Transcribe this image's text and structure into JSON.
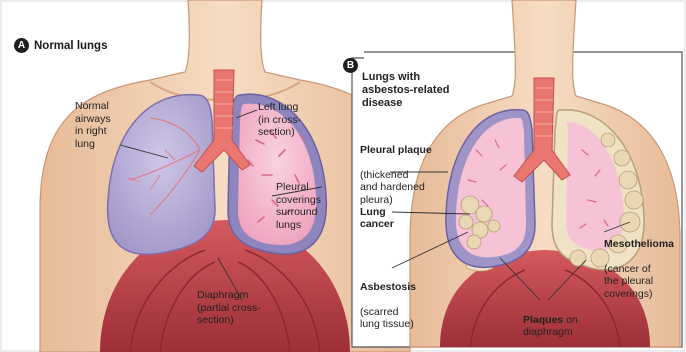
{
  "panel_a": {
    "badge": "A",
    "title": "Normal lungs",
    "labels": {
      "airways": "Normal\nairways\nin right\nlung",
      "left_lung": "Left lung\n(in cross-\nsection)",
      "pleural_coverings": "Pleural\ncoverings\nsurround\nlungs",
      "diaphragm": "Diaphragm\n(partial cross-\nsection)"
    }
  },
  "panel_b": {
    "badge": "B",
    "title": "Lungs with\nasbestos-related\ndisease",
    "labels": {
      "pleural_plaque_title": "Pleural plaque",
      "pleural_plaque_desc": "(thickened\nand hardened\npleura)",
      "lung_cancer": "Lung\ncancer",
      "asbestosis_title": "Asbestosis",
      "asbestosis_desc": "(scarred\nlung tissue)",
      "plaques_title": "Plaques",
      "plaques_rest": " on\ndiaphragm",
      "mesothelioma_title": "Mesothelioma",
      "mesothelioma_desc": "(cancer of\nthe pleural\ncoverings)"
    }
  },
  "colors": {
    "skin": "#f2d2b3",
    "skin_shadow": "#e2b48f",
    "right_lung": "#b9b0d8",
    "left_lung": "#f3b8cf",
    "diaphragm": "#b63f46",
    "trachea": "#e9766f",
    "tumor": "#ead8b5",
    "panel_border": "#555555"
  }
}
